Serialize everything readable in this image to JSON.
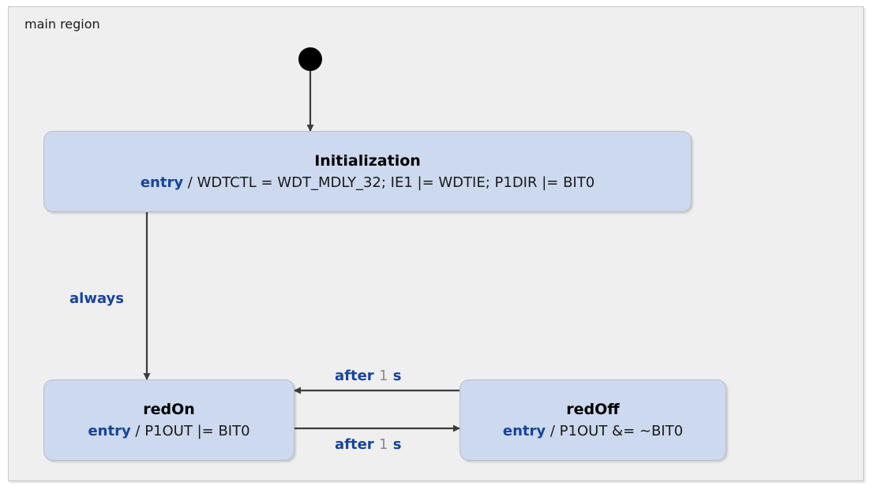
{
  "region": {
    "label": "main region"
  },
  "initial_node": {
    "name": "initial-state"
  },
  "states": [
    {
      "id": "initialization",
      "name": "Initialization",
      "action_keyword": "entry",
      "action_separator": " / ",
      "action_body": "WDTCTL = WDT_MDLY_32; IE1 |= WDTIE; P1DIR |= BIT0"
    },
    {
      "id": "redOn",
      "name": "redOn",
      "action_keyword": "entry",
      "action_separator": " / ",
      "action_body": "P1OUT |= BIT0"
    },
    {
      "id": "redOff",
      "name": "redOff",
      "action_keyword": "entry",
      "action_separator": " / ",
      "action_body": "P1OUT &= ~BIT0"
    }
  ],
  "transitions": [
    {
      "id": "init-to-redon",
      "from": "Initialization",
      "to": "redOn",
      "label_keyword": "always",
      "label_number": "",
      "label_unit": ""
    },
    {
      "id": "redoff-to-redon",
      "from": "redOff",
      "to": "redOn",
      "label_keyword": "after",
      "label_number": "1",
      "label_unit": "s"
    },
    {
      "id": "redon-to-redoff",
      "from": "redOn",
      "to": "redOff",
      "label_keyword": "after",
      "label_number": "1",
      "label_unit": "s"
    }
  ],
  "colors": {
    "state_fill": "#ccd9ef",
    "state_border": "#b9bec6",
    "region_fill": "#efefef",
    "region_border": "#c9c9c9",
    "keyword_blue": "#16439c",
    "number_gray": "#8a8a8a",
    "arrow": "#3c3c3c"
  }
}
